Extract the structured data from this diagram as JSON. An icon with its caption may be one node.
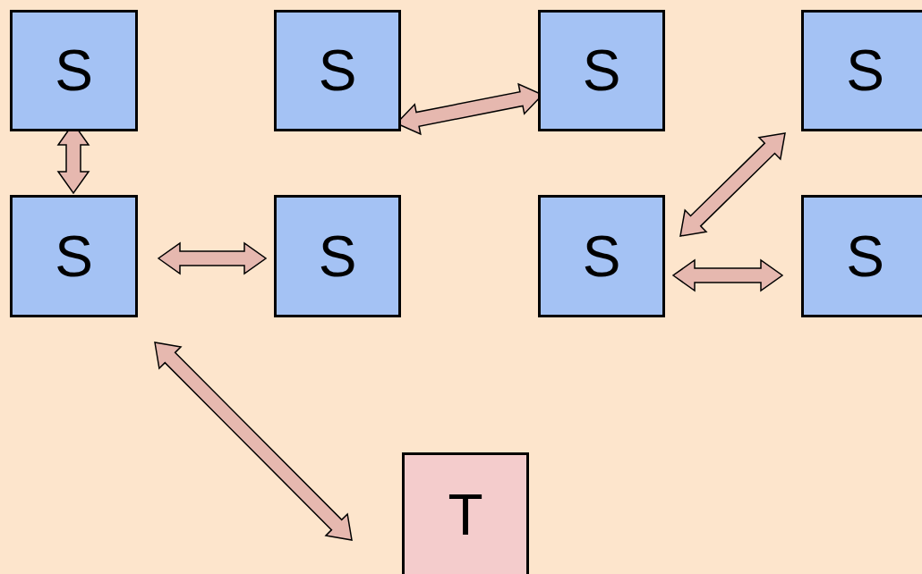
{
  "diagram": {
    "nodes": [
      {
        "text": [
          "S"
        ]
      },
      {
        "text": [
          "S"
        ]
      },
      {
        "text": [
          "S"
        ]
      },
      {
        "text": [
          "S"
        ]
      },
      {
        "text": [
          "S"
        ]
      },
      {
        "text": [
          "S"
        ]
      },
      {
        "text": [
          "S"
        ]
      },
      {
        "text": [
          "S"
        ]
      },
      {
        "text": [
          "T"
        ]
      }
    ],
    "edges": [
      {
        "from": 0,
        "to": 4,
        "arrow": "both"
      },
      {
        "from": 1,
        "to": 2,
        "arrow": "both"
      },
      {
        "from": 3,
        "to": 6,
        "arrow": "both"
      },
      {
        "from": 4,
        "to": 5,
        "arrow": "both"
      },
      {
        "from": 6,
        "to": 7,
        "arrow": "both"
      },
      {
        "from": 4,
        "to": 8,
        "arrow": "both"
      }
    ]
  }
}
